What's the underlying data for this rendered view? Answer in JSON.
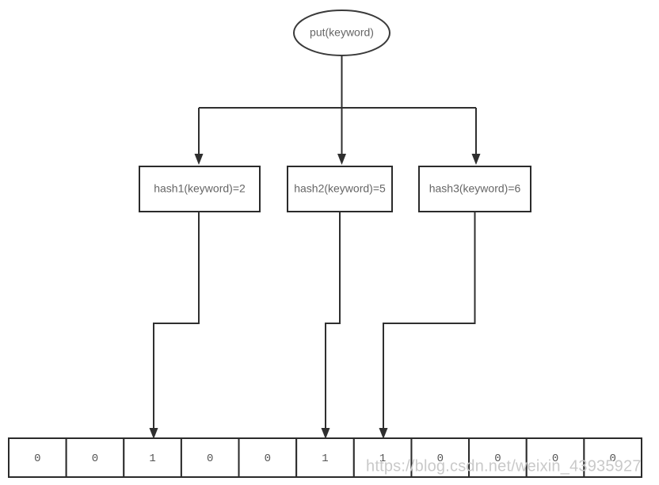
{
  "diagram": {
    "type": "flowchart",
    "title": "Bloom filter put(keyword) hashing into bit array",
    "entry": {
      "shape": "ellipse",
      "label": "put(keyword)"
    },
    "hash_nodes": [
      {
        "label": "hash1(keyword)=2",
        "index": 2
      },
      {
        "label": "hash2(keyword)=5",
        "index": 5
      },
      {
        "label": "hash3(keyword)=6",
        "index": 6
      }
    ],
    "bit_array": {
      "length": 11,
      "cells": [
        "0",
        "0",
        "1",
        "0",
        "0",
        "1",
        "1",
        "0",
        "0",
        "0",
        "0"
      ],
      "set_indices": [
        2,
        5,
        6
      ]
    },
    "colors": {
      "stroke": "#2b2b2b",
      "text": "#666666",
      "background": "#ffffff",
      "watermark": "#c9c9c9"
    },
    "watermark": "https://blog.csdn.net/weixin_43935927"
  }
}
